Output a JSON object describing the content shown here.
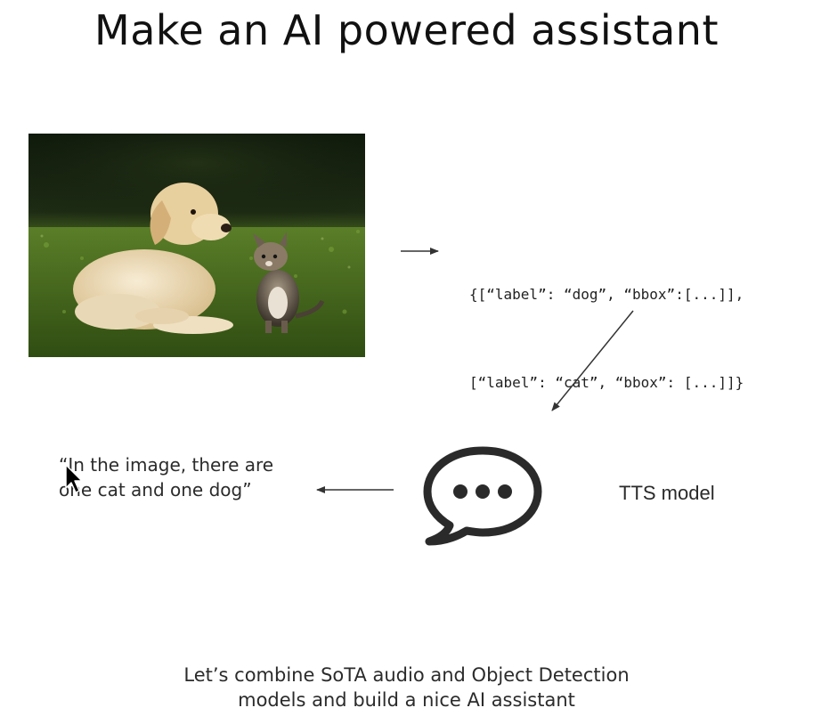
{
  "slide": {
    "title": "Make an AI powered assistant",
    "image": {
      "subject": "puppy and kitten on grass"
    },
    "detection_output": {
      "line1": "{[“label”: “dog”, “bbox”:[...]],",
      "line2": "[“label”: “cat”, “bbox”: [...]]}"
    },
    "tts": {
      "icon": "speech-bubble-icon",
      "label": "TTS model"
    },
    "spoken_output": "“In the image, there are one cat and one dog”",
    "caption": {
      "line1": "Let’s combine SoTA audio and Object Detection",
      "line2": "models and build a nice AI assistant"
    }
  },
  "colors": {
    "background": "#ffffff",
    "text": "#1a1a1a",
    "arrow": "#333333"
  }
}
